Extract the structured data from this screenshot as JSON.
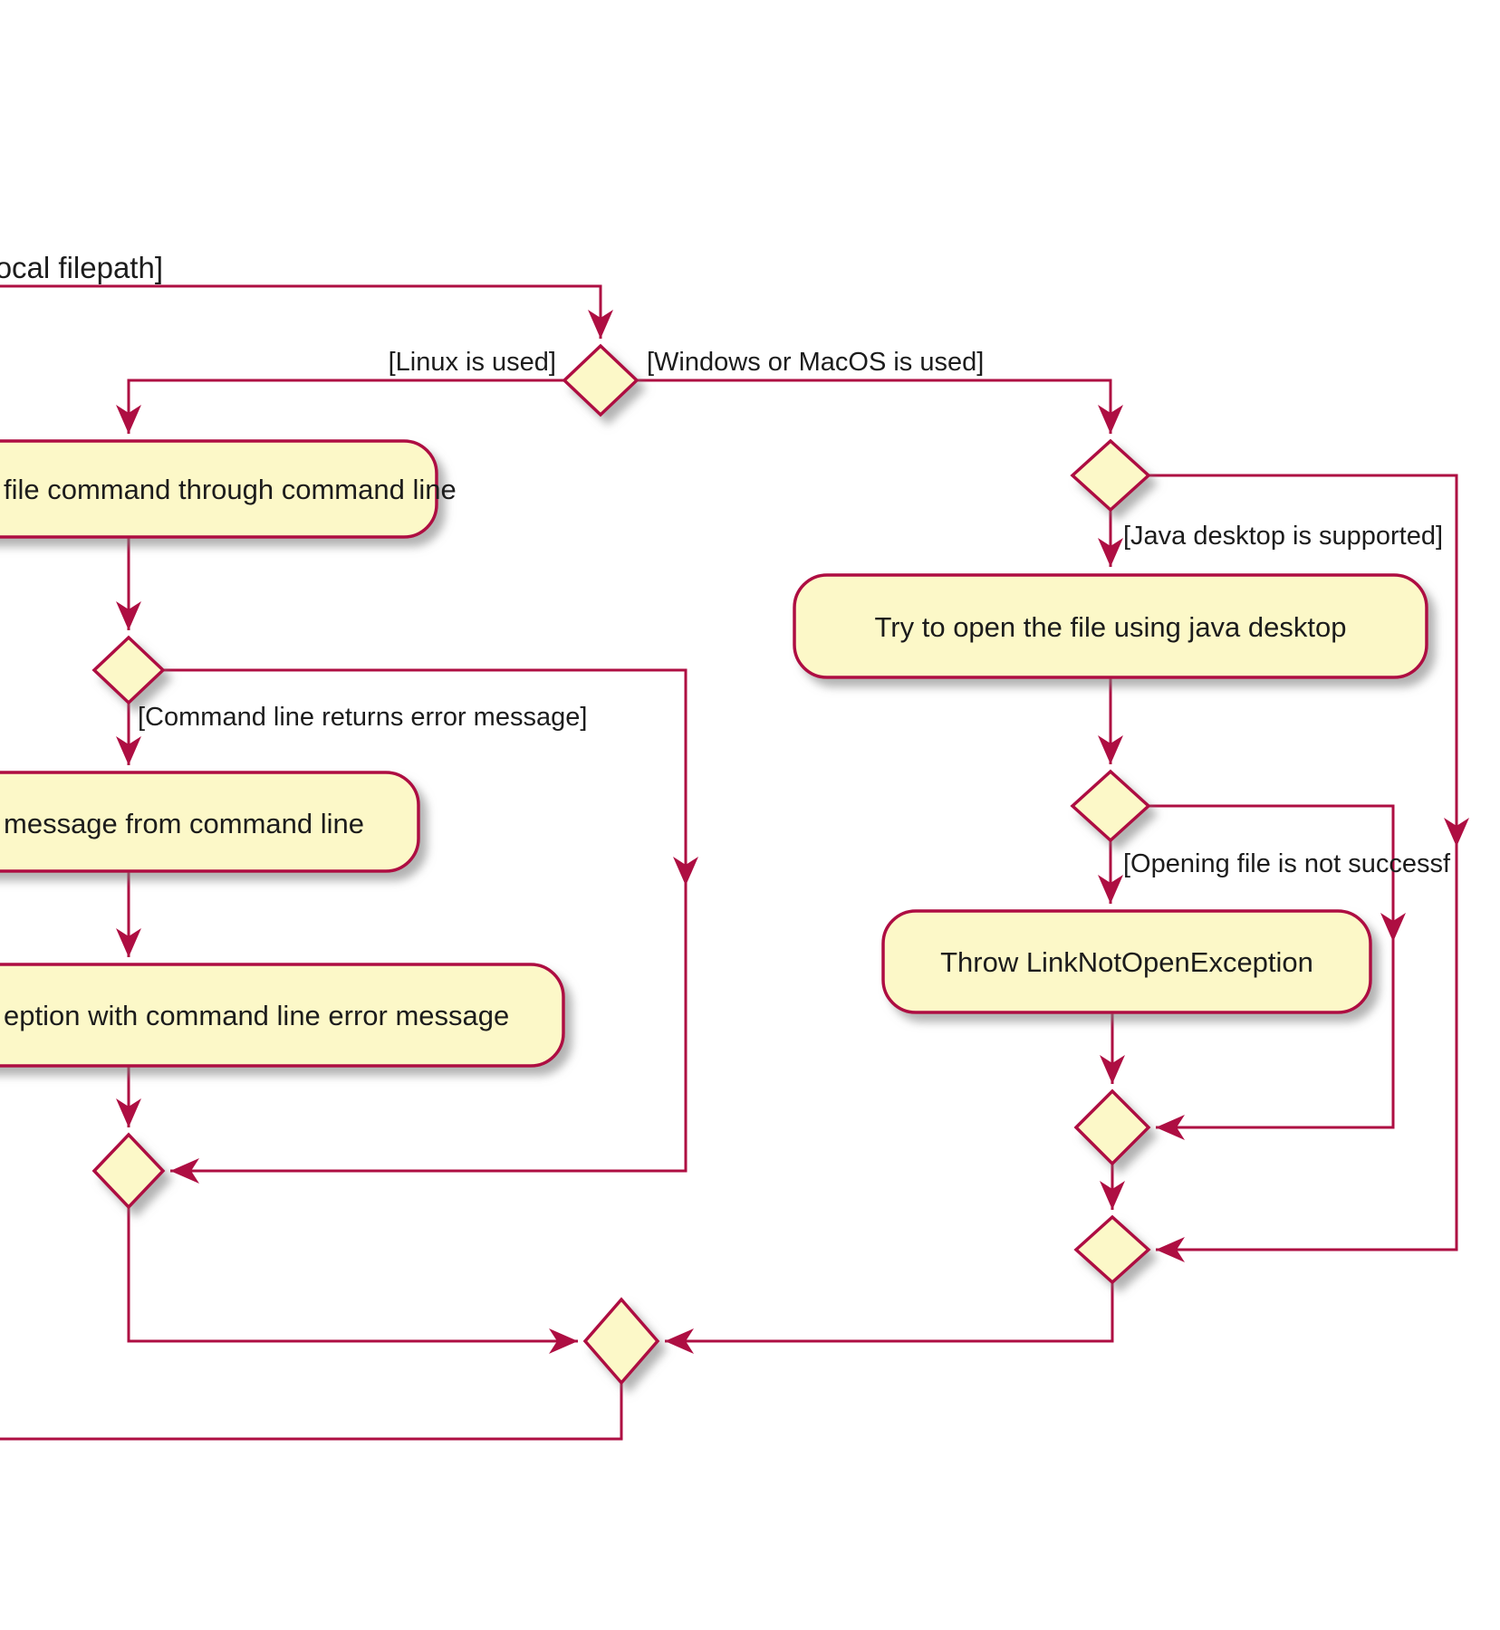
{
  "diagram": {
    "type": "plantuml-activity-flowchart",
    "colors": {
      "line": "#AE0E42",
      "node_fill": "#FCF8C8",
      "node_border": "#AE0E42",
      "text": "#1c1c1c",
      "background": "#ffffff"
    },
    "labels": {
      "top_partial": "ocal filepath]",
      "guard_linux": "[Linux is used]",
      "guard_windows": "[Windows or MacOS is used]",
      "guard_java_desktop": "[Java desktop is supported]",
      "guard_cmdline_error": "[Command line returns error message]",
      "guard_opening_partial": "[Opening file is not successf"
    },
    "activities": {
      "linux_execute_partial": "file command through command line",
      "linux_read_partial": "message from command line",
      "linux_throw_partial": "eption with command line error message",
      "java_try": "Try to open the file using java desktop",
      "java_throw": "Throw LinkNotOpenException"
    }
  }
}
